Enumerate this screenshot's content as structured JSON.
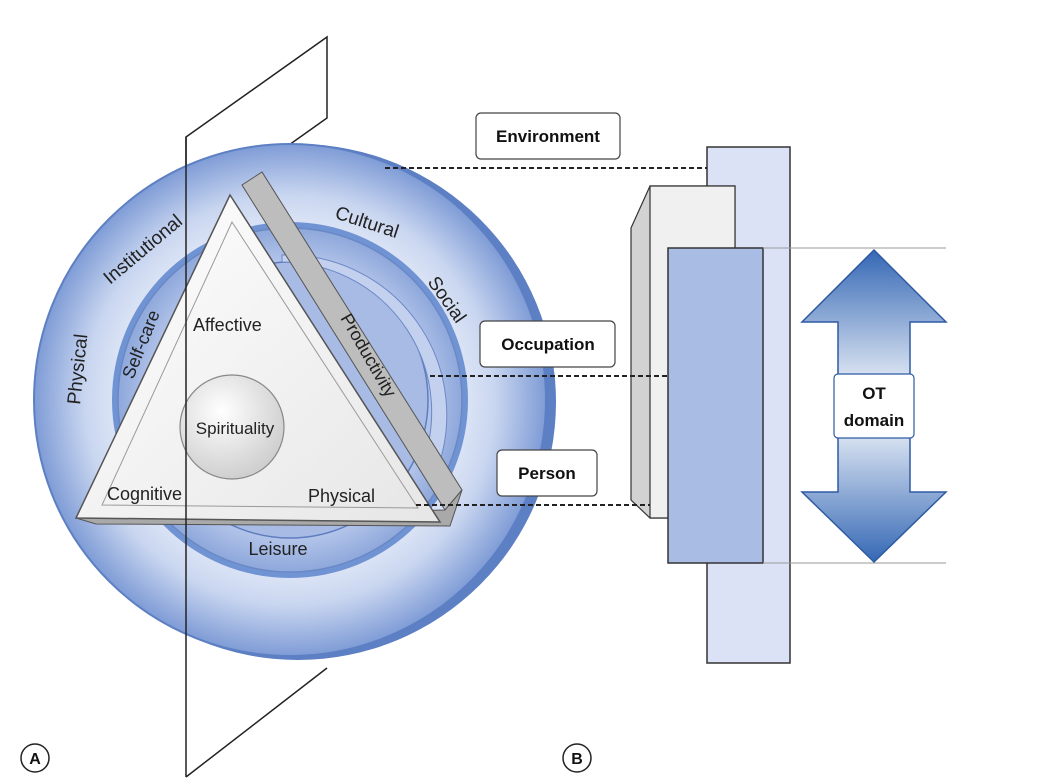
{
  "panel_a": {
    "marker": "A",
    "environment_ring": {
      "physical": "Physical",
      "institutional": "Institutional",
      "cultural": "Cultural",
      "social": "Social"
    },
    "occupation_ring": {
      "self_care": "Self-care",
      "productivity": "Productivity",
      "leisure": "Leisure"
    },
    "person_triangle": {
      "affective": "Affective",
      "cognitive": "Cognitive",
      "physical": "Physical",
      "spirituality": "Spirituality"
    }
  },
  "panel_b": {
    "marker": "B",
    "boxes": {
      "environment": "Environment",
      "occupation": "Occupation",
      "person": "Person"
    },
    "ot_domain": [
      "OT",
      "domain"
    ]
  },
  "colors": {
    "outer_ring": "#8fa9dc",
    "mid_ring": "#a9bde6",
    "inner_disk": "#a3b8e2",
    "triangle": "#f2f2f2",
    "arrow": "#3f6fb8",
    "env_block": "#d9e0f5",
    "person_block": "#a6b9e2"
  }
}
